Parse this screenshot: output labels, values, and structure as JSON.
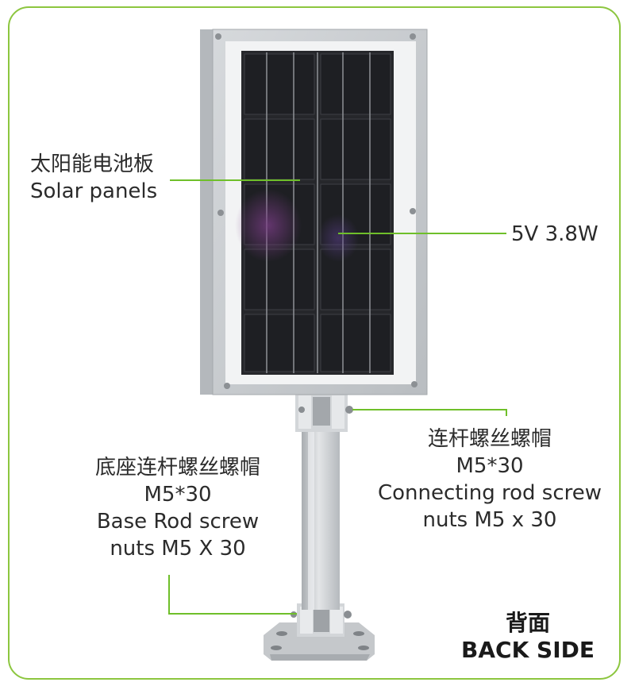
{
  "colors": {
    "frame_border": "#8cc63f",
    "leader_line": "#6fbf2a",
    "panel_frame": "#c9cdd1",
    "cell_dark": "#1f2024"
  },
  "labels": {
    "solar": {
      "cn": "太阳能电池板",
      "en": "Solar panels"
    },
    "power": {
      "text": "5V 3.8W"
    },
    "connecting": {
      "cn": "连杆螺丝螺帽",
      "spec": "M5*30",
      "en_line1": "Connecting rod screw",
      "en_line2": "nuts M5 x 30"
    },
    "base": {
      "cn": "底座连杆螺丝螺帽",
      "spec": "M5*30",
      "en_line1": "Base Rod screw",
      "en_line2": "nuts M5 X 30"
    },
    "back": {
      "cn": "背面",
      "en": "BACK SIDE"
    }
  }
}
